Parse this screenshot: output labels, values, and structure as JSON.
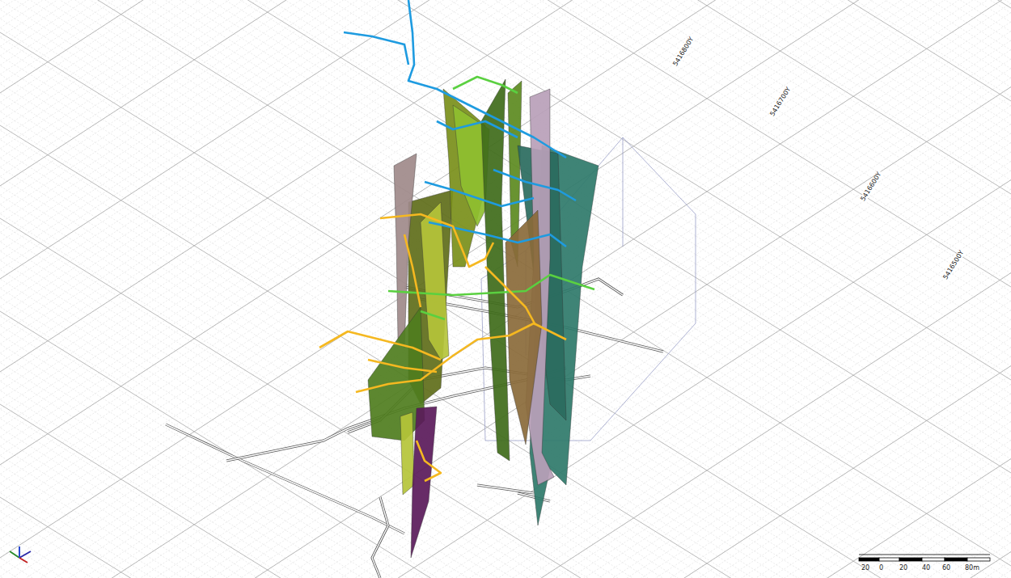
{
  "diagram": {
    "labels": [
      "5416800Y",
      "5416700Y",
      "5416600Y",
      "5416500Y",
      "20",
      "0",
      "20",
      "40",
      "60",
      "80m"
    ]
  }
}
